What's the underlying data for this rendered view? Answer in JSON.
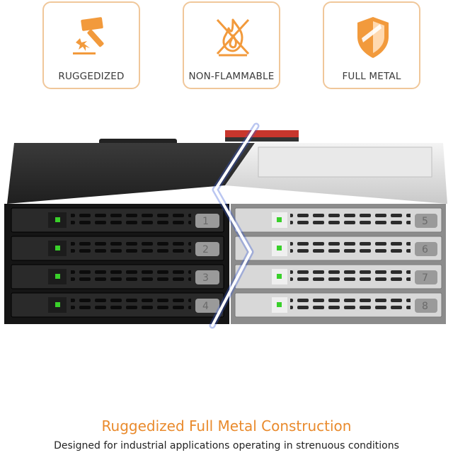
{
  "badges": [
    {
      "label": "RUGGEDIZED",
      "icon": "hammer-icon"
    },
    {
      "label": "NON-FLAMMABLE",
      "icon": "no-fire-icon"
    },
    {
      "label": "FULL METAL",
      "icon": "shield-icon"
    }
  ],
  "bays": {
    "left": [
      "1",
      "2",
      "3",
      "4"
    ],
    "right": [
      "5",
      "6",
      "7",
      "8"
    ]
  },
  "heading": "Ruggedized Full Metal Construction",
  "subheading": "Designed for industrial applications operating in strenuous conditions",
  "colors": {
    "accent": "#e98a2c",
    "badge_border": "#f0c79a",
    "led": "#39d02a",
    "divider_glow": "#3a5bd8"
  }
}
